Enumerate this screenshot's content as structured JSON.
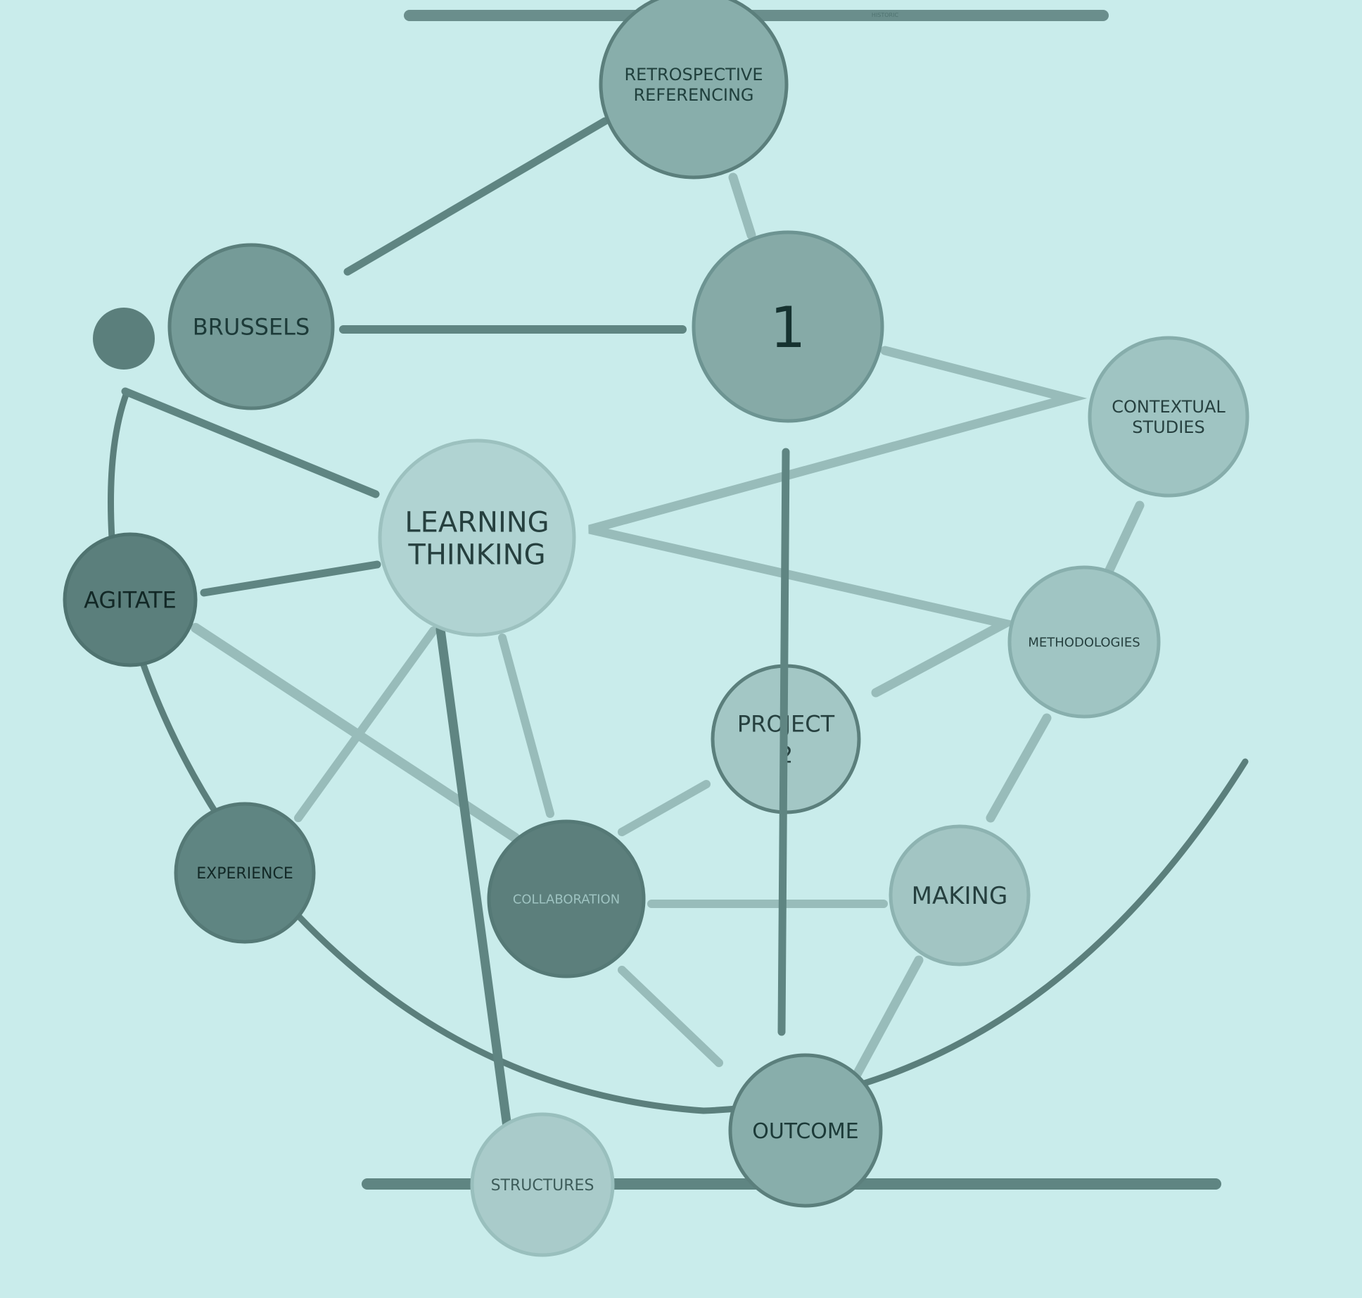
{
  "diagram": {
    "top_bar_caption": "HISTORIC",
    "nodes": [
      {
        "id": "retrospective",
        "lines": [
          "RETROSPECTIVE",
          "REFERENCING"
        ],
        "fill": "#88aeab",
        "stroke": "#5b7f7c",
        "text_color": "#20403d"
      },
      {
        "id": "brussels",
        "lines": [
          "BRUSSELS"
        ],
        "fill": "#759b98",
        "stroke": "#5b7f7c",
        "text_color": "#1c3a38"
      },
      {
        "id": "one",
        "lines": [
          "1"
        ],
        "fill": "#86aaa7",
        "stroke": "#6d9492",
        "text_color": "#163230"
      },
      {
        "id": "contextual",
        "lines": [
          "CONTEXTUAL",
          "STUDIES"
        ],
        "fill": "#9fc4c2",
        "stroke": "#86adab",
        "text_color": "#26403f"
      },
      {
        "id": "learning",
        "lines": [
          "LEARNING",
          "THINKING"
        ],
        "fill": "#b0d3d2",
        "stroke": "#9cc1bf",
        "text_color": "#26403f"
      },
      {
        "id": "agitate",
        "lines": [
          "AGITATE"
        ],
        "fill": "#5b7f7c",
        "stroke": "#4f7370",
        "text_color": "#122826"
      },
      {
        "id": "methodologies",
        "lines": [
          "METHODOLOGIES"
        ],
        "fill": "#a0c5c3",
        "stroke": "#88afad",
        "text_color": "#26403f"
      },
      {
        "id": "project2",
        "lines": [
          "PROJECT",
          "2"
        ],
        "fill": "#a3c7c5",
        "stroke": "#5b7f7c",
        "text_color": "#26403f"
      },
      {
        "id": "experience",
        "lines": [
          "EXPERIENCE"
        ],
        "fill": "#5f8582",
        "stroke": "#557976",
        "text_color": "#122826"
      },
      {
        "id": "collaboration",
        "lines": [
          "COLLABORATION"
        ],
        "fill": "#5c7f7c",
        "stroke": "#557976",
        "text_color": "#9ec3c1"
      },
      {
        "id": "making",
        "lines": [
          "MAKING"
        ],
        "fill": "#a2c5c3",
        "stroke": "#8db3b1",
        "text_color": "#26403f"
      },
      {
        "id": "outcome",
        "lines": [
          "OUTCOME"
        ],
        "fill": "#88aeab",
        "stroke": "#5b7f7c",
        "text_color": "#1c3a38"
      },
      {
        "id": "structures",
        "lines": [
          "STRUCTURES"
        ],
        "fill": "#a9cbca",
        "stroke": "#99bfbd",
        "text_color": "#3d5c5a"
      },
      {
        "id": "dot",
        "lines": [],
        "fill": "#5b7f7c",
        "stroke": "#5b7f7c",
        "text_color": "#5b7f7c"
      }
    ]
  }
}
